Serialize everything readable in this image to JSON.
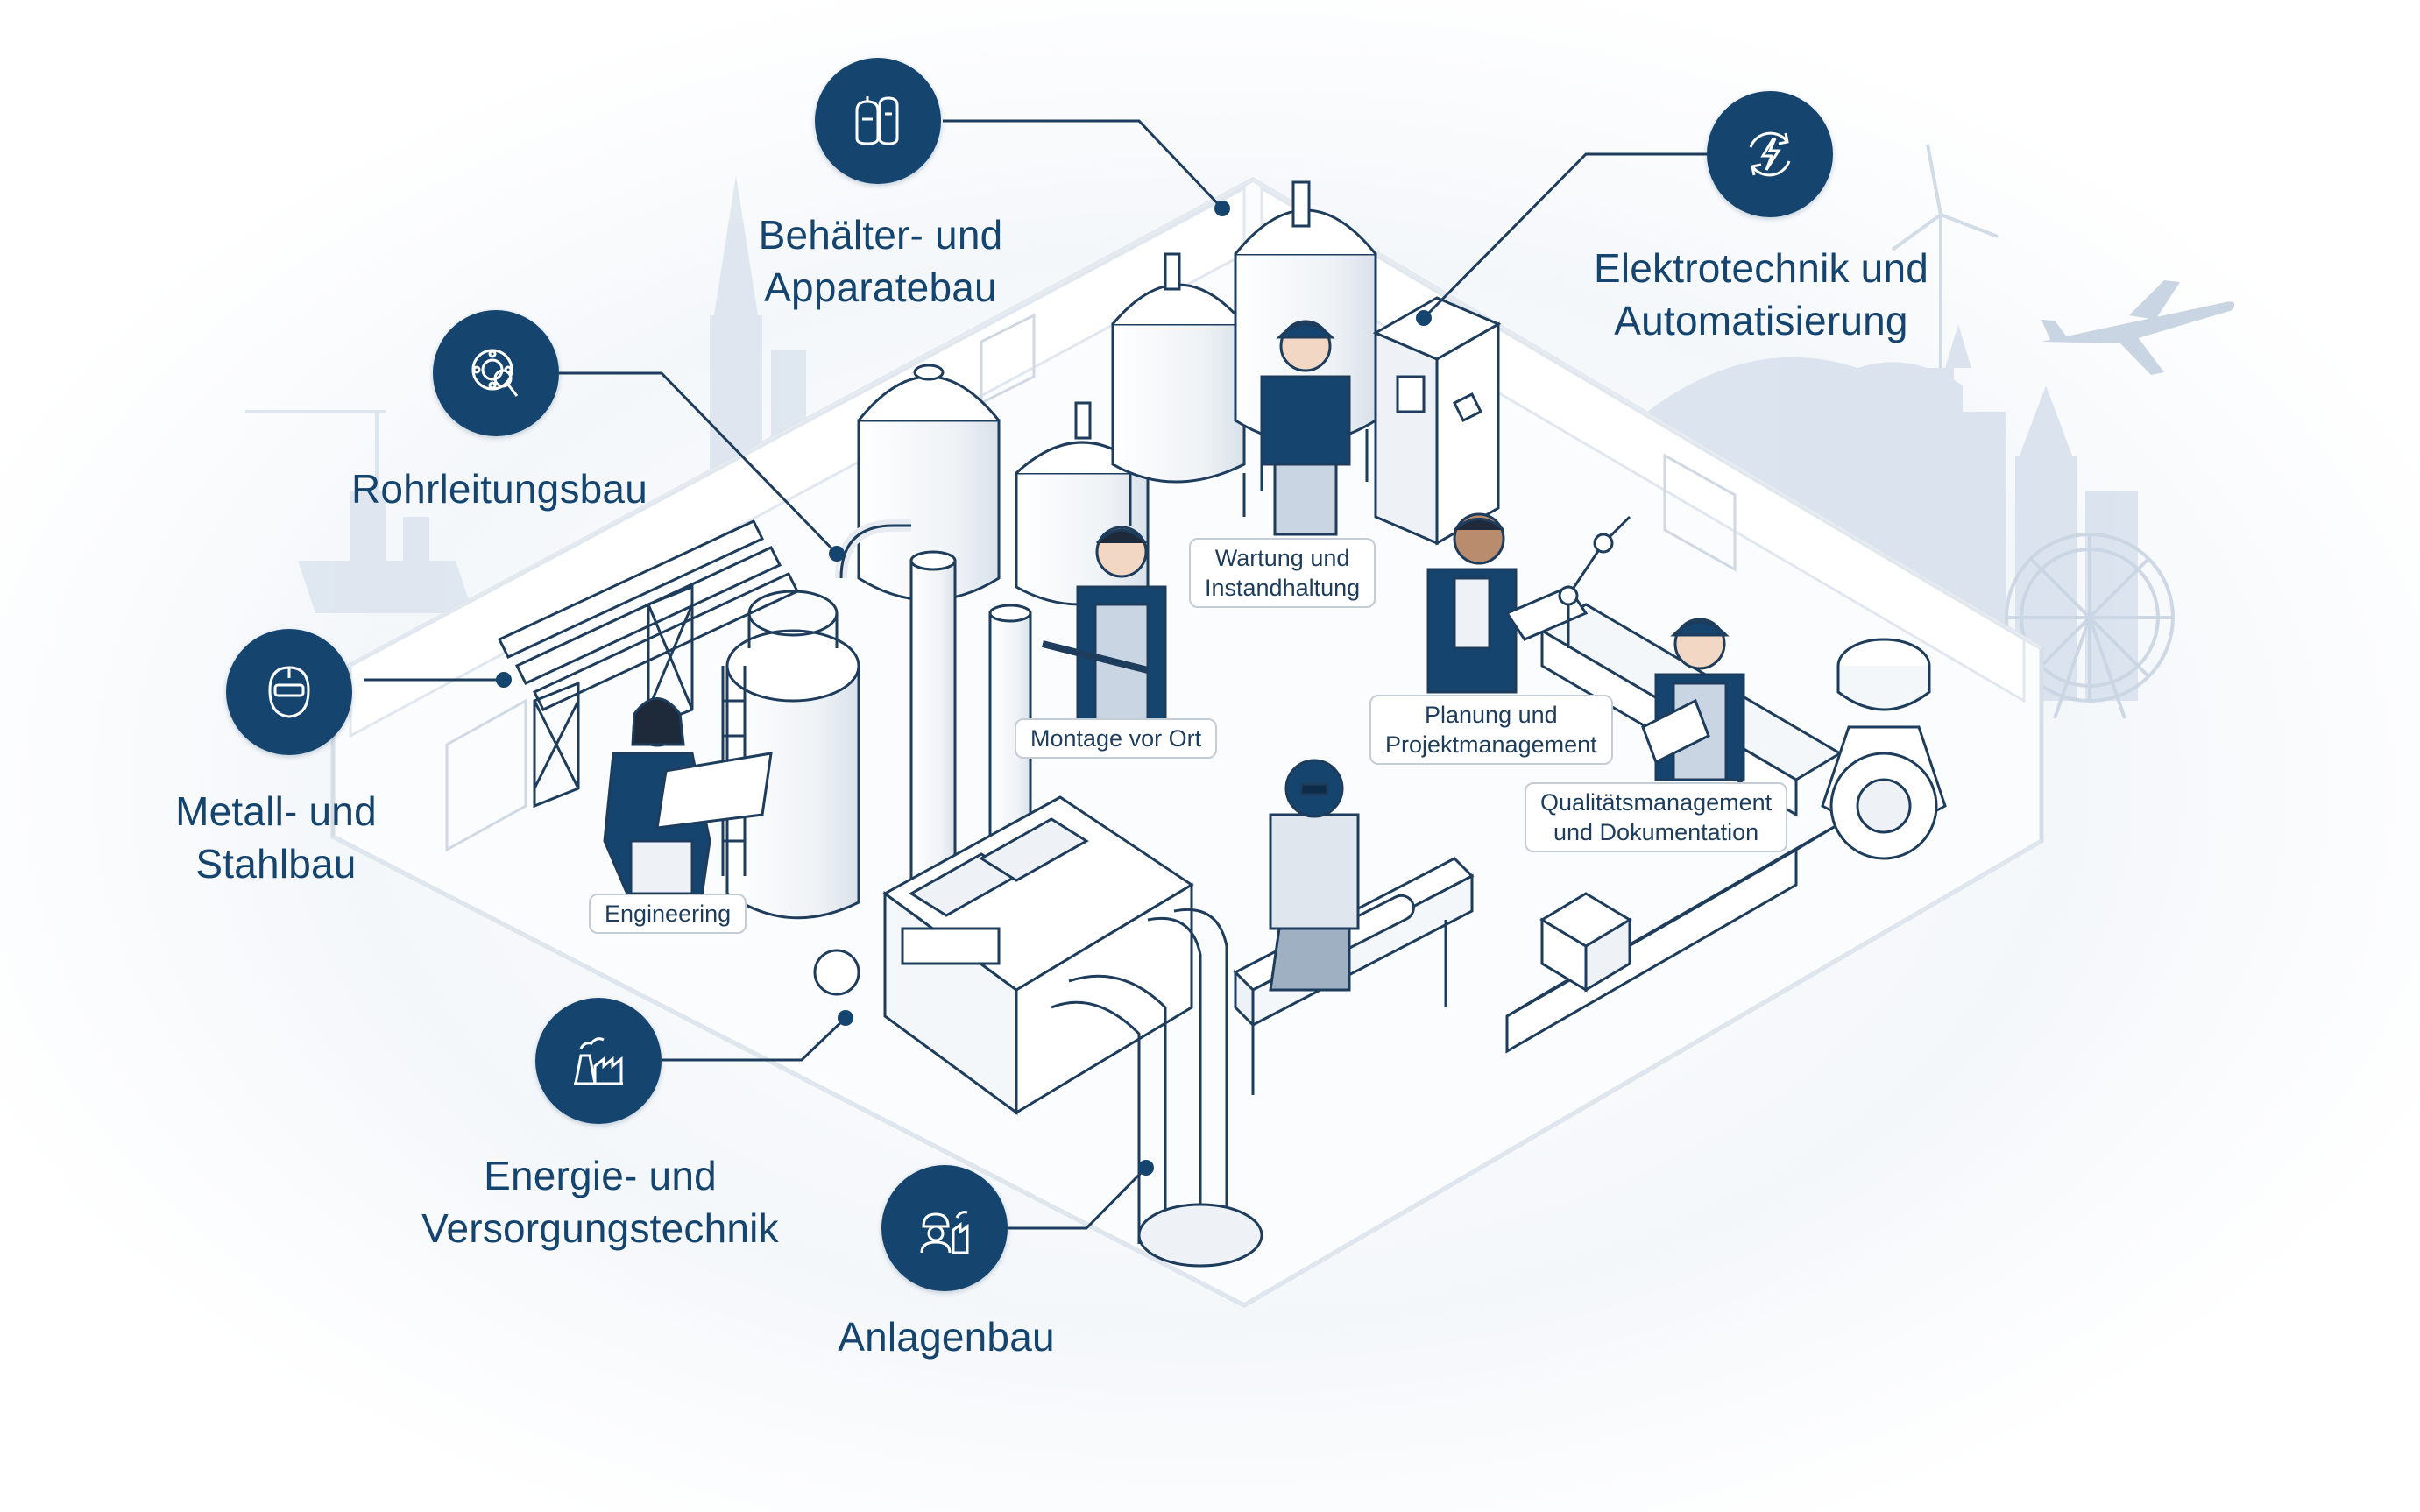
{
  "colors": {
    "primary": "#15456f",
    "line": "#1e3d5c",
    "tag_border": "#c4ccd6",
    "skyline": "#d7e1ec"
  },
  "categories": [
    {
      "id": "behaelter",
      "icon": "tanks-icon",
      "lines": [
        "Behälter- und",
        "Apparatebau"
      ]
    },
    {
      "id": "elektro",
      "icon": "power-cycle-icon",
      "lines": [
        "Elektrotechnik und",
        "Automatisierung"
      ]
    },
    {
      "id": "rohr",
      "icon": "pipe-flange-icon",
      "lines": [
        "Rohrleitungsbau"
      ]
    },
    {
      "id": "metall",
      "icon": "welding-mask-icon",
      "lines": [
        "Metall- und",
        "Stahlbau"
      ]
    },
    {
      "id": "energie",
      "icon": "power-plant-icon",
      "lines": [
        "Energie- und",
        "Versorgungstechnik"
      ]
    },
    {
      "id": "anlagen",
      "icon": "worker-plant-icon",
      "lines": [
        "Anlagenbau"
      ]
    }
  ],
  "tags": [
    {
      "id": "wartung",
      "lines": [
        "Wartung und",
        "Instandhaltung"
      ]
    },
    {
      "id": "montage",
      "lines": [
        "Montage vor Ort"
      ]
    },
    {
      "id": "planung",
      "lines": [
        "Planung und",
        "Projektmanagement"
      ]
    },
    {
      "id": "qualitaet",
      "lines": [
        "Qualitätsmanagement",
        "und Dokumentation"
      ]
    },
    {
      "id": "engineering",
      "lines": [
        "Engineering"
      ]
    }
  ]
}
